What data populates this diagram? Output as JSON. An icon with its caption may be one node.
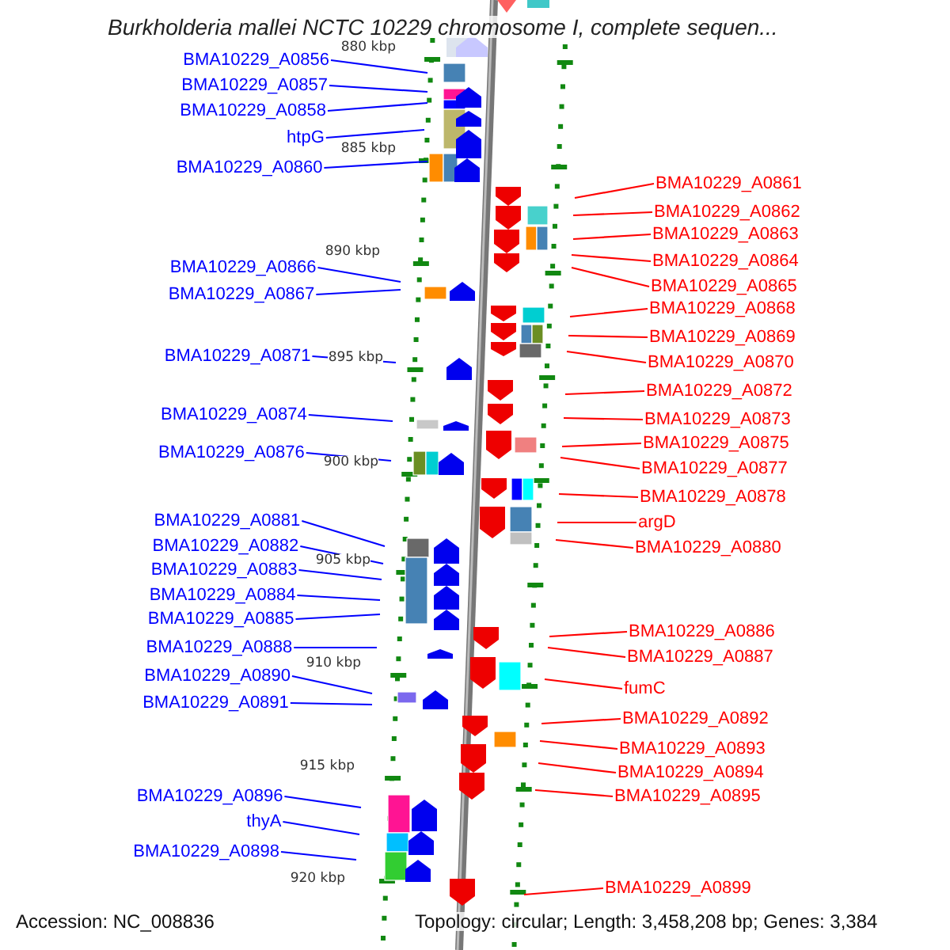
{
  "diagram": {
    "title": "Burkholderia mallei NCTC 10229 chromosome I, complete sequen...",
    "nodes": [
      {
        "text": [
          "BMA10229_A0856"
        ]
      },
      {
        "text": [
          "BMA10229_A0857"
        ]
      },
      {
        "text": [
          "BMA10229_A0858"
        ]
      },
      {
        "text": [
          "htpG"
        ]
      },
      {
        "text": [
          "BMA10229_A0860"
        ]
      },
      {
        "text": [
          "BMA10229_A0861"
        ]
      },
      {
        "text": [
          "BMA10229_A0862"
        ]
      },
      {
        "text": [
          "BMA10229_A0863"
        ]
      },
      {
        "text": [
          "BMA10229_A0864"
        ]
      },
      {
        "text": [
          "BMA10229_A0866"
        ]
      },
      {
        "text": [
          "BMA10229_A0865"
        ]
      },
      {
        "text": [
          "BMA10229_A0867"
        ]
      },
      {
        "text": [
          "BMA10229_A0868"
        ]
      },
      {
        "text": [
          "BMA10229_A0869"
        ]
      },
      {
        "text": [
          "BMA10229_A0871"
        ]
      },
      {
        "text": [
          "BMA10229_A0870"
        ]
      },
      {
        "text": [
          "BMA10229_A0872"
        ]
      },
      {
        "text": [
          "BMA10229_A0874"
        ]
      },
      {
        "text": [
          "BMA10229_A0873"
        ]
      },
      {
        "text": [
          "BMA10229_A0875"
        ]
      },
      {
        "text": [
          "BMA10229_A0876"
        ]
      },
      {
        "text": [
          "BMA10229_A0877"
        ]
      },
      {
        "text": [
          "BMA10229_A0878"
        ]
      },
      {
        "text": [
          "BMA10229_A0881"
        ]
      },
      {
        "text": [
          "argD"
        ]
      },
      {
        "text": [
          "BMA10229_A0882"
        ]
      },
      {
        "text": [
          "BMA10229_A0880"
        ]
      },
      {
        "text": [
          "BMA10229_A0883"
        ]
      },
      {
        "text": [
          "BMA10229_A0884"
        ]
      },
      {
        "text": [
          "BMA10229_A0885"
        ]
      },
      {
        "text": [
          "BMA10229_A0886"
        ]
      },
      {
        "text": [
          "BMA10229_A0888"
        ]
      },
      {
        "text": [
          "BMA10229_A0887"
        ]
      },
      {
        "text": [
          "BMA10229_A0890"
        ]
      },
      {
        "text": [
          "fumC"
        ]
      },
      {
        "text": [
          "BMA10229_A0891"
        ]
      },
      {
        "text": [
          "BMA10229_A0892"
        ]
      },
      {
        "text": [
          "BMA10229_A0893"
        ]
      },
      {
        "text": [
          "BMA10229_A0894"
        ]
      },
      {
        "text": [
          "BMA10229_A0895"
        ]
      },
      {
        "text": [
          "BMA10229_A0896"
        ]
      },
      {
        "text": [
          "thyA"
        ]
      },
      {
        "text": [
          "BMA10229_A0898"
        ]
      },
      {
        "text": [
          "BMA10229_A0899"
        ]
      }
    ],
    "edges": [
      {
        "from": 0,
        "to": null,
        "arrow": "none",
        "color": "#0000ff"
      },
      {
        "from": 1,
        "to": null,
        "arrow": "none",
        "color": "#0000ff"
      },
      {
        "from": 2,
        "to": null,
        "arrow": "none",
        "color": "#0000ff"
      },
      {
        "from": 3,
        "to": null,
        "arrow": "none",
        "color": "#0000ff"
      },
      {
        "from": 4,
        "to": null,
        "arrow": "none",
        "color": "#0000ff"
      },
      {
        "from": 5,
        "to": null,
        "arrow": "none"
      },
      {
        "from": 6,
        "to": null,
        "arrow": "none"
      },
      {
        "from": 7,
        "to": null,
        "arrow": "none"
      },
      {
        "from": 8,
        "to": null,
        "arrow": "none"
      },
      {
        "from": 9,
        "to": null,
        "arrow": "none",
        "color": "#0000ff"
      },
      {
        "from": 10,
        "to": null,
        "arrow": "none"
      },
      {
        "from": 11,
        "to": null,
        "arrow": "none",
        "color": "#0000ff"
      },
      {
        "from": 12,
        "to": null,
        "arrow": "none"
      },
      {
        "from": 13,
        "to": null,
        "arrow": "none"
      },
      {
        "from": 14,
        "to": null,
        "arrow": "none",
        "color": "#0000ff"
      },
      {
        "from": 15,
        "to": null,
        "arrow": "none"
      },
      {
        "from": 16,
        "to": null,
        "arrow": "none"
      },
      {
        "from": 17,
        "to": null,
        "arrow": "none",
        "color": "#0000ff"
      },
      {
        "from": 18,
        "to": null,
        "arrow": "none"
      },
      {
        "from": 19,
        "to": null,
        "arrow": "none"
      },
      {
        "from": 20,
        "to": null,
        "arrow": "none",
        "color": "#0000ff"
      },
      {
        "from": 21,
        "to": null,
        "arrow": "none"
      },
      {
        "from": 22,
        "to": null,
        "arrow": "none"
      },
      {
        "from": 23,
        "to": null,
        "arrow": "none",
        "color": "#0000ff"
      },
      {
        "from": 24,
        "to": null,
        "arrow": "none"
      },
      {
        "from": 25,
        "to": null,
        "arrow": "none",
        "color": "#0000ff"
      },
      {
        "from": 26,
        "to": null,
        "arrow": "none"
      },
      {
        "from": 27,
        "to": null,
        "arrow": "none",
        "color": "#0000ff"
      },
      {
        "from": 28,
        "to": null,
        "arrow": "none",
        "color": "#0000ff"
      },
      {
        "from": 29,
        "to": null,
        "arrow": "none",
        "color": "#0000ff"
      },
      {
        "from": 30,
        "to": null,
        "arrow": "none"
      },
      {
        "from": 31,
        "to": null,
        "arrow": "none",
        "color": "#0000ff"
      },
      {
        "from": 32,
        "to": null,
        "arrow": "none"
      },
      {
        "from": 33,
        "to": null,
        "arrow": "none",
        "color": "#0000ff"
      },
      {
        "from": 34,
        "to": null,
        "arrow": "none"
      },
      {
        "from": 35,
        "to": null,
        "arrow": "none",
        "color": "#0000ff"
      },
      {
        "from": 36,
        "to": null,
        "arrow": "none"
      },
      {
        "from": 37,
        "to": null,
        "arrow": "none"
      },
      {
        "from": 38,
        "to": null,
        "arrow": "none"
      },
      {
        "from": 39,
        "to": null,
        "arrow": "none"
      },
      {
        "from": 40,
        "to": null,
        "arrow": "none",
        "color": "#0000ff"
      },
      {
        "from": 41,
        "to": null,
        "arrow": "none",
        "color": "#0000ff"
      },
      {
        "from": 42,
        "to": null,
        "arrow": "none",
        "color": "#0000ff"
      },
      {
        "from": 43,
        "to": null,
        "arrow": "none"
      }
    ],
    "labels": [
      "880 kbp",
      "885 kbp",
      "890 kbp",
      "895 kbp",
      "900 kbp",
      "905 kbp",
      "910 kbp",
      "915 kbp",
      "920 kbp",
      "Accession: NC_008836",
      "Topology: circular; Length: 3,458,208 bp; Genes: 3,384"
    ]
  }
}
